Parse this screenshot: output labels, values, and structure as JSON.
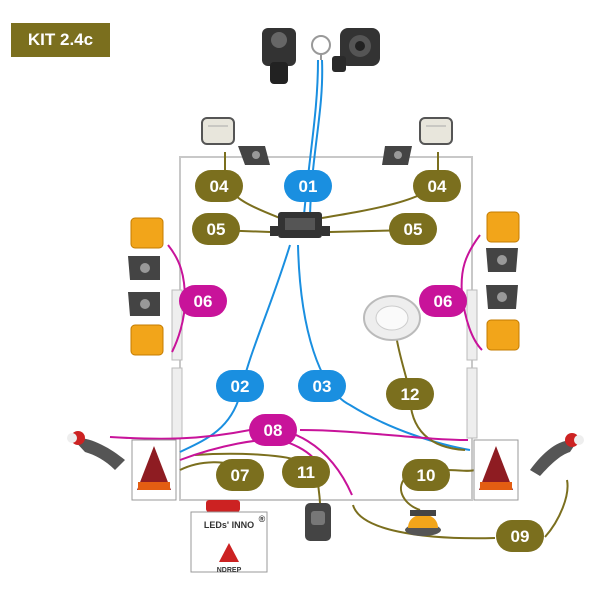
{
  "kit_title": "KIT 2.4c",
  "badges": [
    {
      "id": "b01",
      "text": "01",
      "group": "blue"
    },
    {
      "id": "b02",
      "text": "02",
      "group": "blue"
    },
    {
      "id": "b03",
      "text": "03",
      "group": "blue"
    },
    {
      "id": "b04l",
      "text": "04",
      "group": "olive"
    },
    {
      "id": "b04r",
      "text": "04",
      "group": "olive"
    },
    {
      "id": "b05l",
      "text": "05",
      "group": "olive"
    },
    {
      "id": "b05r",
      "text": "05",
      "group": "olive"
    },
    {
      "id": "b06l",
      "text": "06",
      "group": "magenta"
    },
    {
      "id": "b06r",
      "text": "06",
      "group": "magenta"
    },
    {
      "id": "b07",
      "text": "07",
      "group": "olive"
    },
    {
      "id": "b08",
      "text": "08",
      "group": "magenta"
    },
    {
      "id": "b09",
      "text": "09",
      "group": "olive"
    },
    {
      "id": "b10",
      "text": "10",
      "group": "olive"
    },
    {
      "id": "b11",
      "text": "11",
      "group": "olive"
    },
    {
      "id": "b12",
      "text": "12",
      "group": "olive"
    }
  ],
  "plate_light": {
    "brand": "LEDs' INNO",
    "mark": "®",
    "maker": "NDREP"
  },
  "colors": {
    "blue": "#1a8fe0",
    "olive": "#7b6f1e",
    "magenta": "#c8139a",
    "frame": "#c8c8c8",
    "amber": "#f2a51a"
  }
}
